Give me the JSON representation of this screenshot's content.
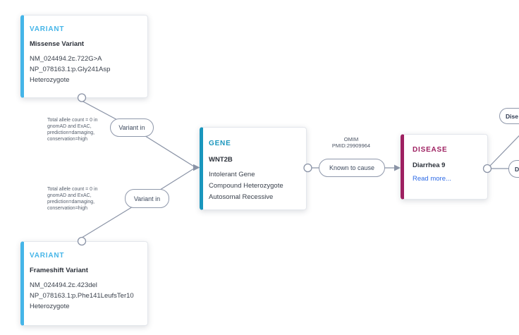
{
  "colors": {
    "variant-accent": "#45b5e8",
    "gene-accent": "#1996bd",
    "disease-accent": "#9e2161",
    "link-color": "#2e6be6",
    "edge-color": "#8a93a6"
  },
  "nodes": {
    "variant1": {
      "type_label": "VARIANT",
      "title": "Missense Variant",
      "rows": [
        {
          "label": "NM_024494.2:",
          "value": "c.722G>A"
        },
        {
          "label": "NP_078163.1:",
          "value": "p.Gly241Asp"
        }
      ],
      "zygosity": "Heterozygote"
    },
    "variant2": {
      "type_label": "VARIANT",
      "title": "Frameshift Variant",
      "rows": [
        {
          "label": "NM_024494.2:",
          "value": "c.423del"
        },
        {
          "label": "NP_078163.1:",
          "value": "p.Phe141LeufsTer10"
        }
      ],
      "zygosity": "Heterozygote"
    },
    "gene": {
      "type_label": "GENE",
      "title": "WNT2B",
      "attributes": [
        "Intolerant Gene",
        "Compound Heterozygote",
        "Autosomal Recessive"
      ]
    },
    "disease": {
      "type_label": "DISEASE",
      "title": "Diarrhea 9",
      "link_label": "Read more..."
    }
  },
  "edges": {
    "variant_in_1": {
      "label": "Variant in",
      "annotation": "Total allele count = 0 in\ngnomAD and ExAC,\nprediction=damaging,\nconservation=high"
    },
    "variant_in_2": {
      "label": "Variant in",
      "annotation": "Total allele count = 0 in\ngnomAD and ExAC,\nprediction=damaging,\nconservation=high"
    },
    "known_to_cause": {
      "label": "Known to cause",
      "source": "OMIM",
      "pmid": "PMID:29909964"
    },
    "truncated_1": {
      "label": "Dise"
    },
    "truncated_2": {
      "label": "D"
    }
  }
}
